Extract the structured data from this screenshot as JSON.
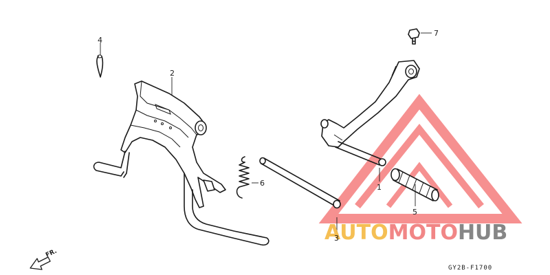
{
  "callouts": {
    "c1": "1",
    "c2": "2",
    "c3": "3",
    "c4": "4",
    "c5": "5",
    "c6": "6",
    "c7": "7"
  },
  "direction_label": "FR.",
  "diagram_code": "GY2B-F1700",
  "watermark": {
    "part1": "AUTO",
    "part2": "MOTO",
    "part3": "HUB",
    "colors": {
      "part1": "#f5b942",
      "part2": "#f07a7a",
      "part3": "#7a7a7a",
      "triangle": "#f36b6b"
    }
  }
}
